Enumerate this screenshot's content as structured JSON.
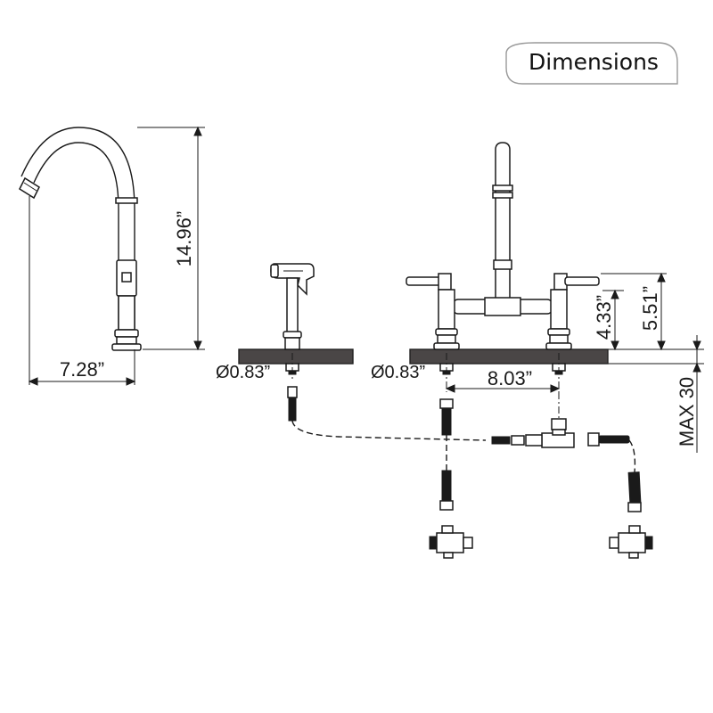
{
  "header": {
    "title": "Dimensions"
  },
  "dimensions": {
    "spout_height": "14.96”",
    "spout_reach": "7.28”",
    "sprayer_hole": "Ø0.83”",
    "faucet_hole": "Ø0.83”",
    "handle_spacing": "8.03”",
    "handle_height": "4.33”",
    "bridge_height": "5.51”",
    "max_deck": "MAX 30"
  }
}
